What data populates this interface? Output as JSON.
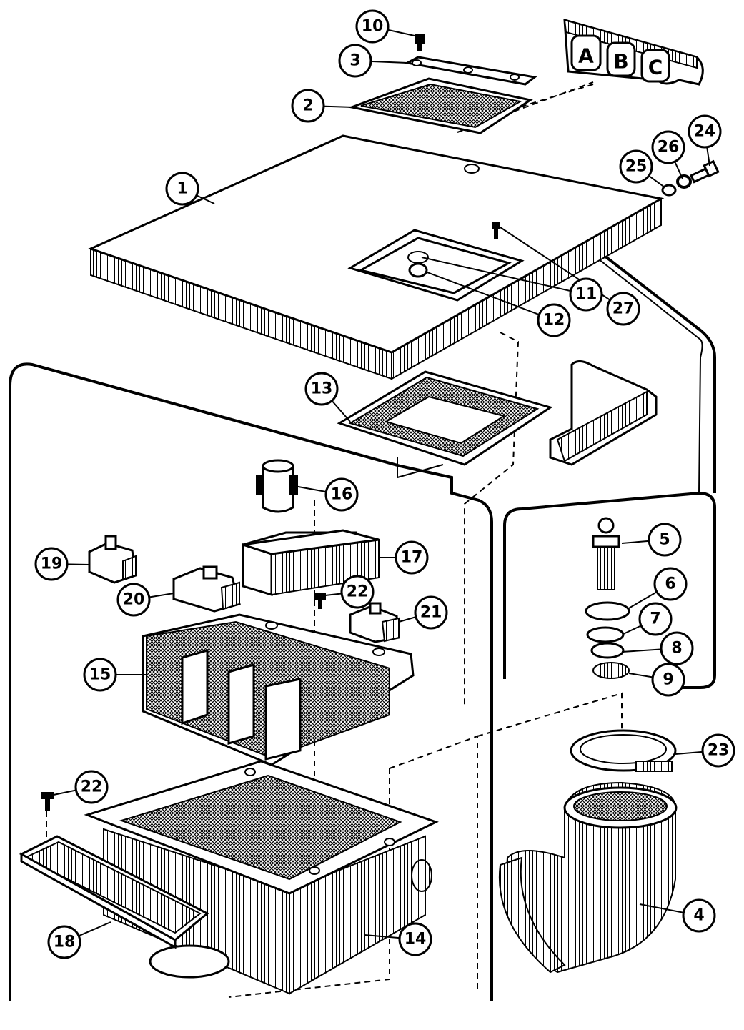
{
  "diagram": {
    "inlet_letters": [
      "A",
      "B",
      "C"
    ],
    "callouts": [
      "1",
      "2",
      "3",
      "4",
      "5",
      "6",
      "7",
      "8",
      "9",
      "10",
      "11",
      "12",
      "13",
      "14",
      "15",
      "16",
      "17",
      "18",
      "19",
      "20",
      "21",
      "22",
      "22",
      "23",
      "24",
      "25",
      "26",
      "27"
    ]
  }
}
